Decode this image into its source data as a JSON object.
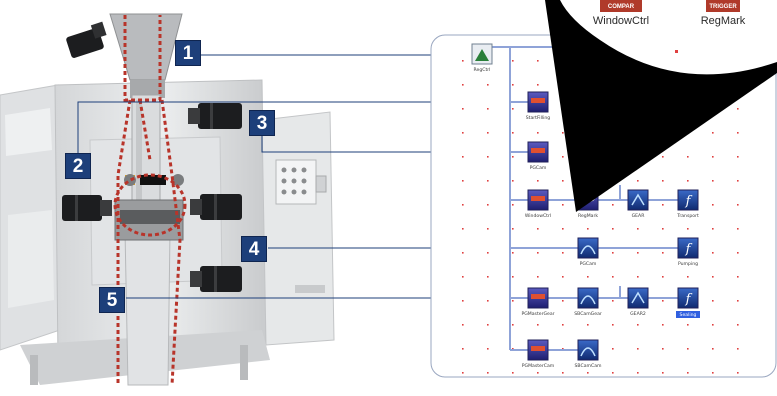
{
  "callouts": [
    "1",
    "2",
    "3",
    "4",
    "5"
  ],
  "blocks": {
    "master": "RegCtrl",
    "start_filling": "StartFilling",
    "pg_cam_1": "PGCam",
    "window_ctrl": "WindowCtrl",
    "reg_mark": "RegMark",
    "gear_1": "GEAR",
    "transport": "Transport",
    "pg_cam_2": "PGCam",
    "pumping": "Pumping",
    "pg_master_gear": "PGMasterGear",
    "sb_cam_gear": "SBCamGear",
    "gear_2": "GEAR2",
    "sealing": "Sealing",
    "pg_master_cam": "PGMasterCam",
    "sb_cam_cam": "SBCamCam"
  },
  "zoom": {
    "badge_left": "COMPAR",
    "badge_right": "TRIGGER",
    "label_left": "WindowCtrl",
    "label_right": "RegMark"
  },
  "colors": {
    "callout_bg": "#1d3f7a",
    "connector_line": "#8fa3d8",
    "red_dots": "#e04040",
    "chain_dash": "#b8342a"
  }
}
